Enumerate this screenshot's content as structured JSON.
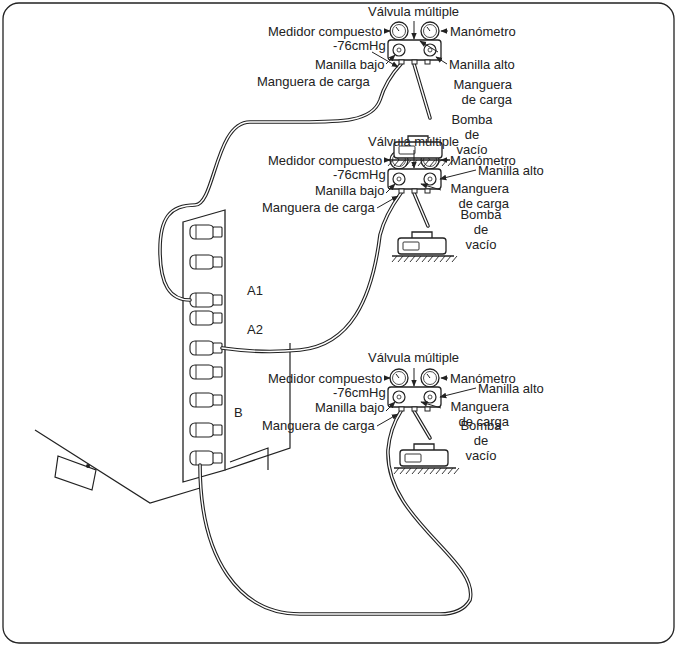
{
  "diagram": {
    "labels": [
      "Válvula múltiple",
      "Medidor compuesto",
      "Manómetro",
      "-76cmHg",
      "Manilla bajo",
      "Manilla alto",
      "Manguera de carga",
      "Manguera de carga",
      "Bomba de vacío",
      "Válvula múltiple",
      "Medidor compuesto",
      "Manómetro",
      "-76cmHg",
      "Manilla bajo",
      "Manilla alto",
      "Manguera de carga",
      "Manguera de carga",
      "Bomba de vacío",
      "Válvula múltiple",
      "Medidor compuesto",
      "Manómetro",
      "-76cmHg",
      "Manilla bajo",
      "Manilla alto",
      "Manguera de carga",
      "Manguera de carga",
      "Bomba de vacío",
      "A1",
      "A2",
      "B"
    ]
  }
}
